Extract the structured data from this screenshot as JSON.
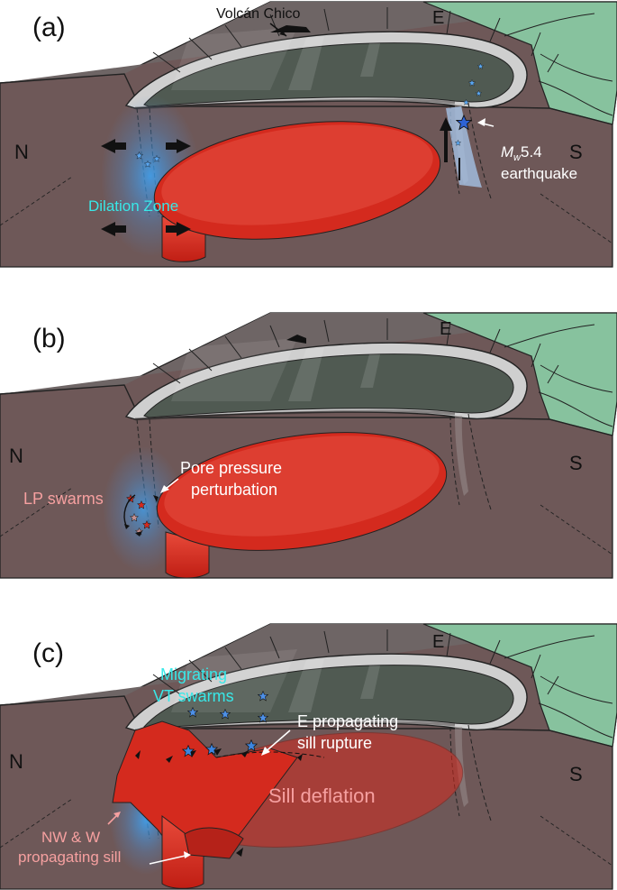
{
  "panels": [
    {
      "id": "a",
      "label": "(a)",
      "compass_north": "N",
      "compass_east": "E",
      "compass_south": "S",
      "labels": {
        "volcano": "Volcán Chico",
        "dilation": "Dilation Zone",
        "mw_symbol": "M",
        "mw_sub": "w",
        "mw_value": " 5.4",
        "earthquake": "earthquake"
      }
    },
    {
      "id": "b",
      "label": "(b)",
      "compass_north": "N",
      "compass_east": "E",
      "compass_south": "S",
      "labels": {
        "lp": "LP swarms",
        "pore1": "Pore pressure",
        "pore2": "perturbation"
      }
    },
    {
      "id": "c",
      "label": "(c)",
      "compass_north": "N",
      "compass_east": "E",
      "compass_south": "S",
      "labels": {
        "migrating1": "Migrating",
        "migrating2": "VT swarms",
        "rupture1": "E propagating",
        "rupture2": "sill rupture",
        "deflation": "Sill deflation",
        "nw1": "NW & W",
        "nw2": "propagating sill"
      }
    }
  ],
  "colors": {
    "crust": "#6e5858",
    "surface": "#6e6565",
    "caldera_floor": "#505a52",
    "green": "#87c29e",
    "sill": "#d42a1e",
    "cyan_text": "#38e8e8",
    "pink_text": "#f6a0a0",
    "white_text": "#ffffff",
    "star_blue": "#3d86e0"
  }
}
